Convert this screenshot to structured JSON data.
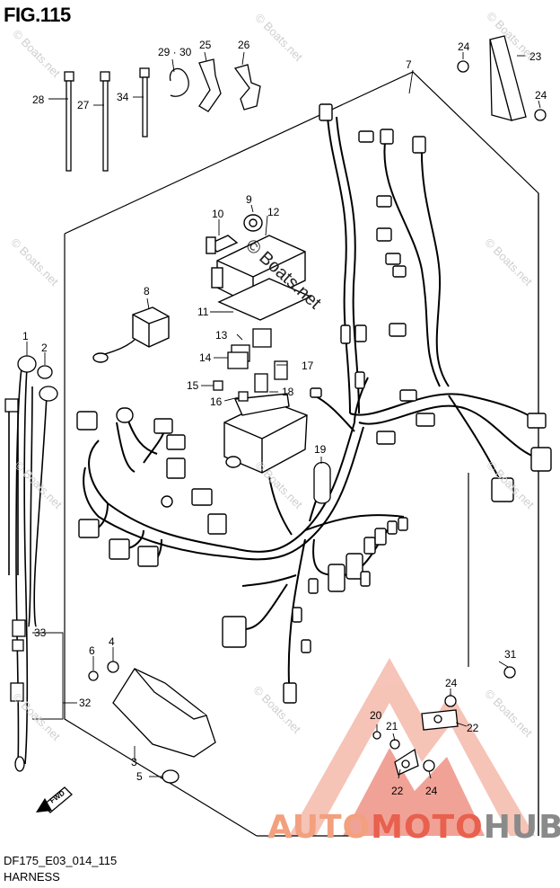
{
  "figure": {
    "title": "FIG.115",
    "code": "DF175_E03_014_115",
    "name": "HARNESS"
  },
  "watermark": {
    "text": "© Boats.net",
    "main_text": "© Boats.net"
  },
  "brand": {
    "part1": "AUTO",
    "part2": "MOTO",
    "part3": "HUB",
    "colors": {
      "part1": "#f2a07e",
      "part2": "#e8604e",
      "part3": "#8a8a8a",
      "logo": "#e8604e"
    }
  },
  "fwd_label": "FWD",
  "callouts": {
    "c1": "1",
    "c2": "2",
    "c3": "3",
    "c4": "4",
    "c5": "5",
    "c6": "6",
    "c7": "7",
    "c8": "8",
    "c9": "9",
    "c10": "10",
    "c11": "11",
    "c12": "12",
    "c13": "13",
    "c14": "14",
    "c15": "15",
    "c16": "16",
    "c17": "17",
    "c18": "18",
    "c19": "19",
    "c20": "20",
    "c21": "21",
    "c22a": "22",
    "c22b": "22",
    "c23": "23",
    "c24a": "24",
    "c24b": "24",
    "c24c": "24",
    "c24d": "24",
    "c25": "25",
    "c26": "26",
    "c27": "27",
    "c28": "28",
    "c2930": "29 · 30",
    "c31": "31",
    "c32": "32",
    "c33": "33",
    "c34": "34"
  }
}
